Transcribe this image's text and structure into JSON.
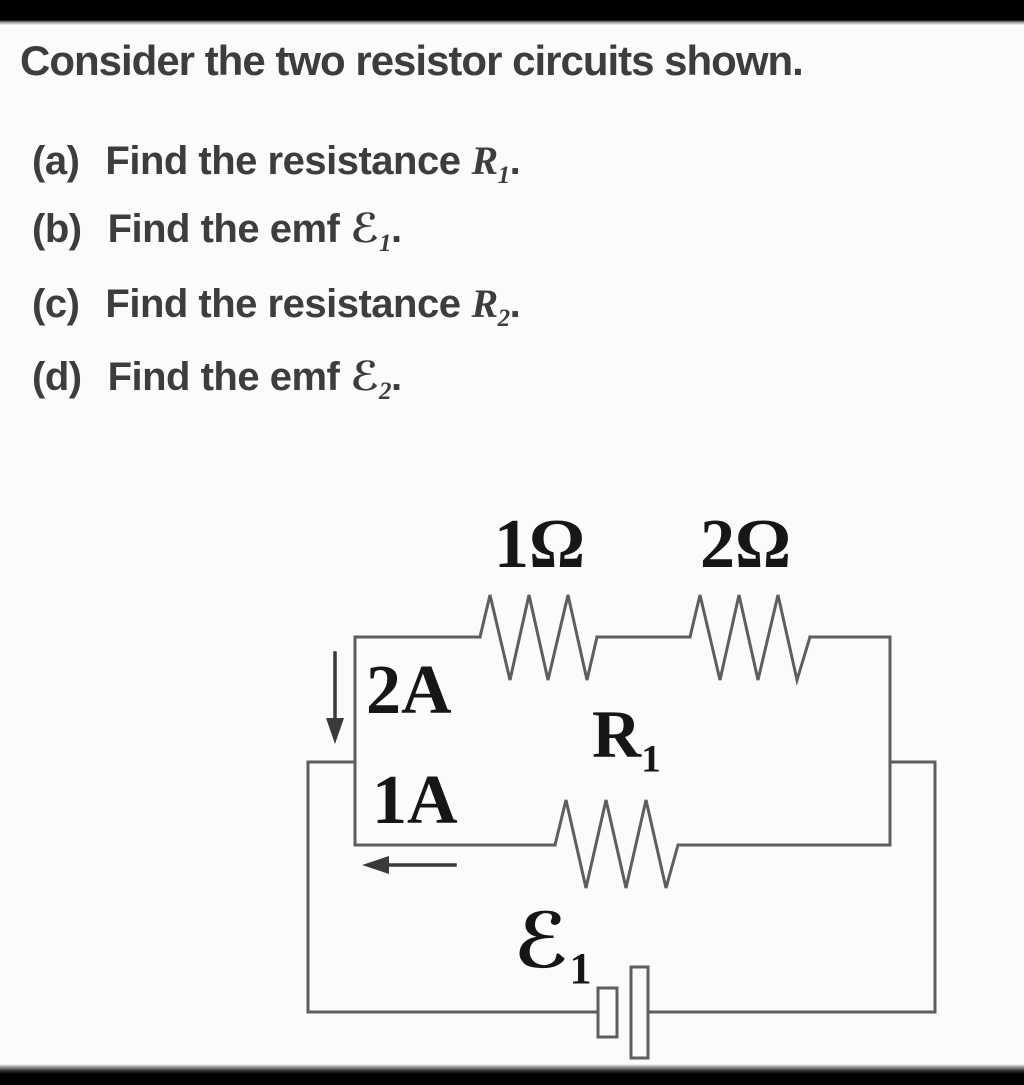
{
  "header": {
    "title": "Consider the two resistor circuits shown."
  },
  "questions": [
    {
      "label": "(a)",
      "text": "Find the resistance",
      "sym": "R",
      "sub": "1",
      "end": "."
    },
    {
      "label": "(b)",
      "text": "Find the emf",
      "sym": "ℰ",
      "sub": "1",
      "end": "."
    },
    {
      "label": "(c)",
      "text": "Find the resistance",
      "sym": "R",
      "sub": "2",
      "end": "."
    },
    {
      "label": "(d)",
      "text": "Find the emf",
      "sym": "ℰ",
      "sub": "2",
      "end": "."
    }
  ],
  "circuit": {
    "top_left_resistor_label": "1Ω",
    "top_right_resistor_label": "2Ω",
    "left_branch_current": "2A",
    "bottom_branch_current": "1A",
    "middle_resistor_label": {
      "main": "R",
      "sub": "1"
    },
    "battery_label": {
      "main": "ℰ",
      "sub": "1"
    },
    "colors": {
      "wire": "#5e5e5e",
      "arrow": "#3a3a3a",
      "label_text": "#161616",
      "body_text": "#3d3d3d",
      "top_bar": "#000000",
      "bottom_bar": "#000000",
      "background": "#fbfbfb"
    }
  }
}
